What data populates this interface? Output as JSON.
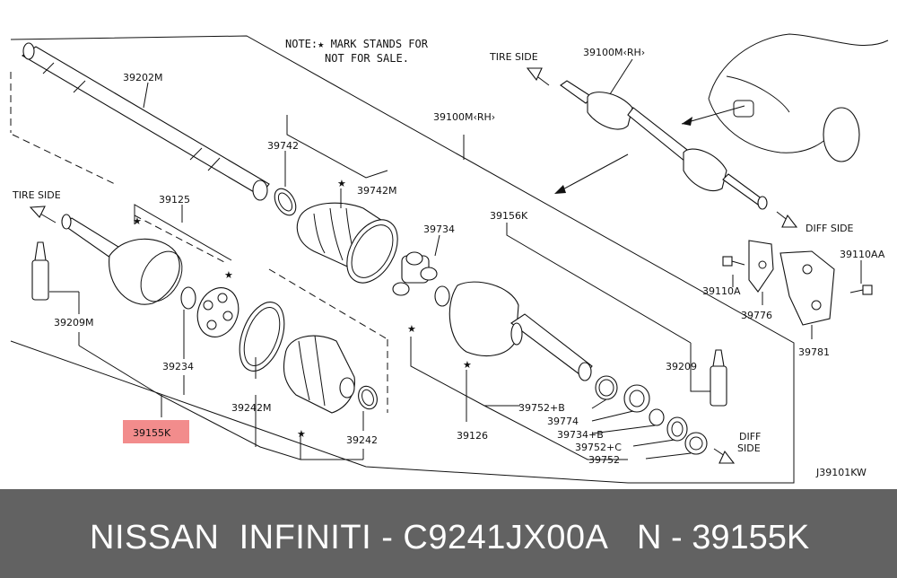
{
  "diagram": {
    "note_line1": "NOTE:★ MARK STANDS FOR",
    "note_line2": "NOT FOR SALE.",
    "drawing_code": "J39101KW",
    "star_symbol": "★",
    "highlight_color": "#f28c8c",
    "labels": {
      "p39202M": "39202M",
      "p39742": "39742",
      "p39742M": "39742M",
      "p39100M_RH_a": "39100M‹RH›",
      "p39100M_RH_b": "39100M‹RH›",
      "p39734": "39734",
      "p39156K": "39156K",
      "p39125": "39125",
      "p39209M": "39209M",
      "p39234": "39234",
      "p39155K": "39155K",
      "p39242M": "39242M",
      "p39242": "39242",
      "p39126": "39126",
      "p39209": "39209",
      "p39752B": "39752+B",
      "p39774": "39774",
      "p39734B": "39734+B",
      "p39752C": "39752+C",
      "p39752": "39752",
      "p39110A": "39110A",
      "p39776": "39776",
      "p39110AA": "39110AA",
      "p39781": "39781",
      "tire_side_left": "TIRE SIDE",
      "tire_side_top": "TIRE SIDE",
      "diff_side_top": "DIFF SIDE",
      "diff_side_bottom_1": "DIFF",
      "diff_side_bottom_2": "SIDE"
    }
  },
  "footer": {
    "brand_line": "NISSAN  INFINITI - C9241JX00A",
    "part_ref": "N - 39155K"
  }
}
